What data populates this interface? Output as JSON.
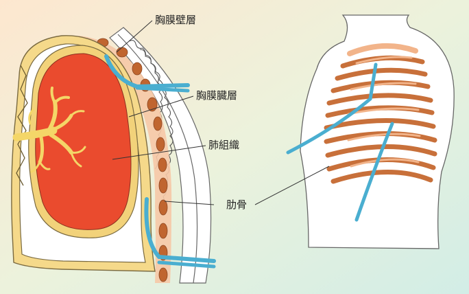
{
  "labels": {
    "parietal_pleura": "胸膜壁層",
    "visceral_pleura": "胸膜臓層",
    "lung_tissue": "肺組織",
    "rib": "肋骨"
  },
  "colors": {
    "background_gradient": [
      "#fde8d2",
      "#e8f0dc",
      "#d4eee8"
    ],
    "lung_fill": "#ea4b2e",
    "pleura_yellow": "#f2d27a",
    "bronchi_yellow": "#f4d668",
    "rib_brown": "#c8703a",
    "rib_light": "#f2b48a",
    "vessel_blue": "#4aaed0",
    "outline": "#555555"
  }
}
